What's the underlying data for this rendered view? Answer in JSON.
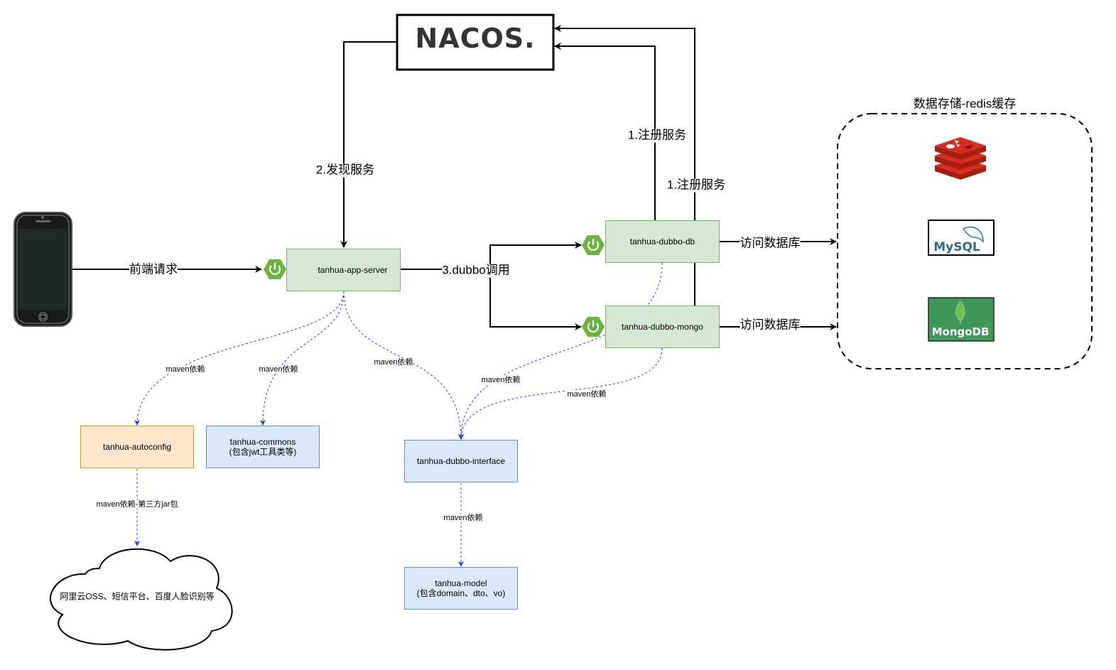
{
  "nacos": {
    "logo_text": "NACOS."
  },
  "nodes": {
    "app_server": "tanhua-app-server",
    "dubbo_db": "tanhua-dubbo-db",
    "dubbo_mongo": "tanhua-dubbo-mongo",
    "autoconfig": "tanhua-autoconfig",
    "commons_line1": "tanhua-commons",
    "commons_line2": "(包含jwt工具类等)",
    "dubbo_interface": "tanhua-dubbo-interface",
    "model_line1": "tanhua-model",
    "model_line2": "(包含domain、dto、vo)",
    "cloud": "阿里云OSS、短信平台、百度人脸识别等"
  },
  "edges": {
    "frontend_request": "前端请求",
    "discover_service": "2.发现服务",
    "register_service_db": "1.注册服务",
    "register_service_mongo": "1.注册服务",
    "dubbo_call": "3.dubbo调用",
    "access_db_1": "访问数据库",
    "access_db_2": "访问数据库",
    "maven_dep_autoconfig": "maven依赖",
    "maven_dep_commons": "maven依赖",
    "maven_dep_interface_app": "maven依赖",
    "maven_dep_interface_db": "maven依赖",
    "maven_dep_interface_mongo": "maven依赖",
    "maven_dep_third_party": "maven依赖-第三方jar包",
    "maven_dep_model": "maven依赖"
  },
  "storage": {
    "title": "数据存储-redis缓存",
    "mysql_logo": "MySQL",
    "mongodb_logo": "MongoDB"
  },
  "colors": {
    "green_fill": "#d5e8d4",
    "green_stroke": "#82b366",
    "blue_fill": "#dae8fc",
    "blue_stroke": "#6c8ebf",
    "orange_fill": "#ffe6cc",
    "orange_stroke": "#d79b00",
    "dashed_arrow": "#3333ff",
    "spring_green": "#6db33f",
    "redis_red": "#c6302b",
    "mongodb_green": "#3f9859"
  }
}
